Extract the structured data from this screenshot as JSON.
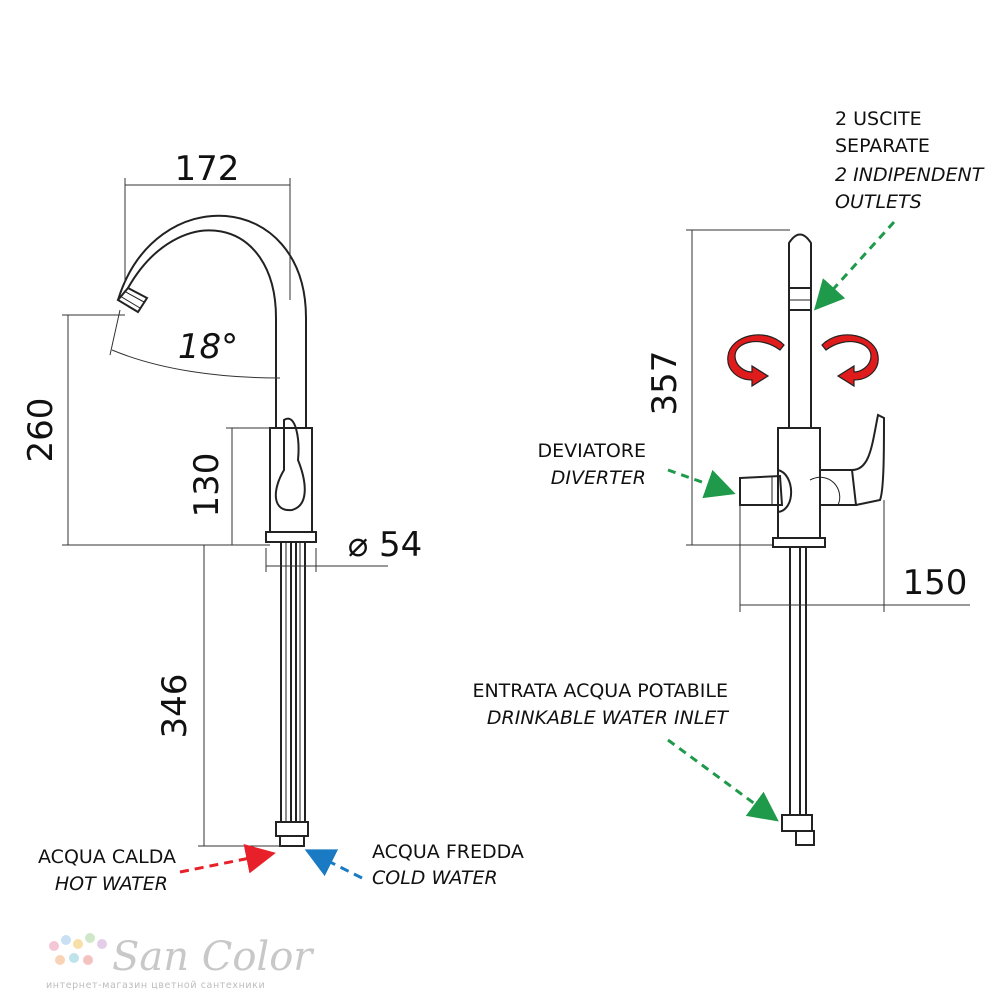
{
  "dimensions": {
    "spout_reach": "172",
    "swivel_angle": "18°",
    "total_height": "260",
    "body_height": "130",
    "base_diameter": "⌀ 54",
    "hose_length": "346",
    "height_right": "357",
    "width_right": "150"
  },
  "labels": {
    "outlets_it_1": "2  USCITE",
    "outlets_it_2": "SEPARATE",
    "outlets_en_1": "2 INDIPENDENT",
    "outlets_en_2": "OUTLETS",
    "diverter_it": "DEVIATORE",
    "diverter_en": "DIVERTER",
    "inlet_it": "ENTRATA ACQUA POTABILE",
    "inlet_en": "DRINKABLE WATER INLET",
    "hot_it": "ACQUA CALDA",
    "hot_en": "HOT WATER",
    "cold_it": "ACQUA FREDDA",
    "cold_en": "COLD WATER"
  },
  "logo": {
    "name": "San Color",
    "tagline": "интернет-магазин цветной сантехники"
  },
  "colors": {
    "hot": "#e8202a",
    "cold": "#1a7bc4",
    "green": "#1e9a4a",
    "rotate": "#e01b1b"
  }
}
